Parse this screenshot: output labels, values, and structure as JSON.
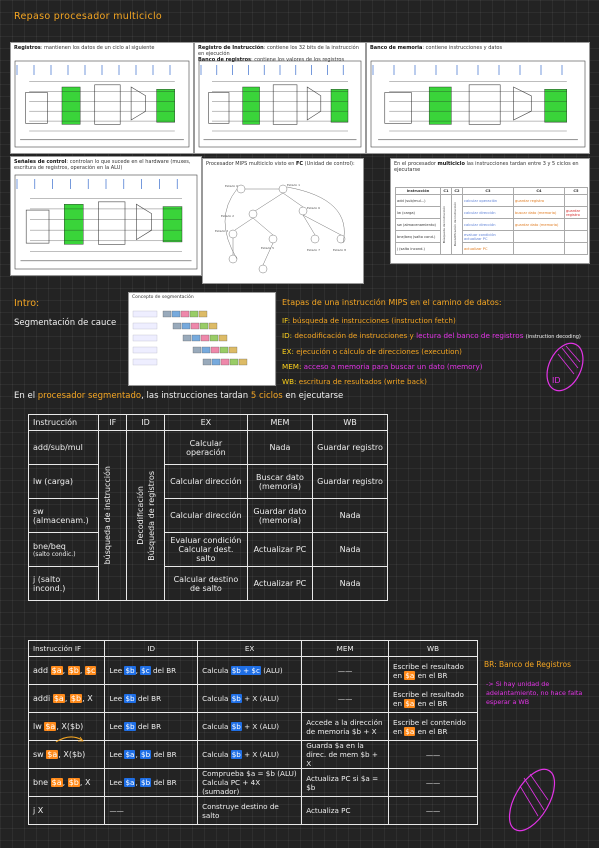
{
  "page": {
    "title": "Repaso procesador multiciclo",
    "accent_orange": "#f5a623",
    "accent_blue": "#3b8bff",
    "accent_red": "#e8283a",
    "accent_magenta": "#e233e6",
    "accent_yellow": "#ffd21c"
  },
  "cards": {
    "registros": {
      "bold": "Registros",
      "text": ": mantienen los datos de un ciclo al siguiente"
    },
    "instruccion": {
      "bold": "Registro de Instrucción",
      "text": ": contiene los 32 bits de la instrucción en ejecución",
      "bold2": "Banco de registros",
      "text2": ": contiene los valores de los registros"
    },
    "memoria": {
      "bold": "Banco de memoria",
      "text": ": contiene instrucciones y datos"
    },
    "control": {
      "bold": "Señales de control",
      "text": ": controlan lo que sucede en el hardware (muxes, escritura de registros, operación en la ALU)"
    },
    "fc": {
      "text": "Procesador MIPS multiciclo visto en ",
      "bold": "FC",
      "text2": " (Unidad de control):"
    },
    "ciclos": {
      "text": "En el procesador ",
      "bold": "multiciclo",
      "text2": " las instrucciones tardan entre 3 y 5 ciclos en ejecutarse",
      "header": [
        "Instrucción",
        "C1",
        "C2",
        "C3",
        "C4",
        "C5"
      ],
      "rows": [
        [
          "add (sub/mul...)",
          "calcular operación",
          "guardar registro"
        ],
        [
          "lw (carga)",
          "calcular dirección",
          "buscar dato (memoria)",
          "guardar registro"
        ],
        [
          "sw (almacenamiento)",
          "calcular dirección",
          "guardar dato (memoria)"
        ],
        [
          "bne/beq (salto cond.)",
          "evaluar condición actualizar PC"
        ],
        [
          "j (salto incond.)",
          "actualizar PC"
        ]
      ],
      "vert1": "Búsqueda de instrucción",
      "vert2": "Decodificación de instrucción"
    },
    "segmentacion": {
      "title": "Concepto de segmentación"
    }
  },
  "intro": {
    "label": "Intro:",
    "subtitle": "Segmentación de cauce"
  },
  "etapas": {
    "title": "Etapas de una instrucción MIPS en el camino de datos:",
    "lines": [
      {
        "key": "IF:",
        "text": "búsqueda de instrucciones (instruction fetch)"
      },
      {
        "key": "ID:",
        "text": "decodificación de instrucciones y ",
        "text_hl": "lectura del banco de registros",
        "note": "(instruction decoding)"
      },
      {
        "key": "EX:",
        "text": "ejecución o cálculo de direcciones (execution)"
      },
      {
        "key": "MEM:",
        "text": "acceso a memoria para buscar un dato (memory)"
      },
      {
        "key": "WB:",
        "text": "escritura de resultados (write back)"
      }
    ],
    "stamp": "ID"
  },
  "segmentado": {
    "sentence_a": "En el ",
    "sentence_b": "procesador segmentado",
    "sentence_c": ", las instrucciones tardan ",
    "sentence_d": "5 ciclos",
    "sentence_e": " en ejecutarse"
  },
  "table1": {
    "header": [
      "Instrucción",
      "IF",
      "ID",
      "EX",
      "MEM",
      "WB"
    ],
    "vert_if": "búsqueda de instrucción",
    "vert_id1": "Decodificación",
    "vert_id2": "Búsqueda de registros",
    "rows": [
      {
        "instr": "add/sub/mul",
        "ex": "Calcular operación",
        "mem": "Nada",
        "wb": "Guardar registro"
      },
      {
        "instr": "lw (carga)",
        "ex": "Calcular dirección",
        "mem": "Buscar dato (memoria)",
        "wb": "Guardar registro"
      },
      {
        "instr": "sw (almacenam.)",
        "ex": "Calcular dirección",
        "mem": "Guardar dato (memoria)",
        "wb": "Nada"
      },
      {
        "instr": "bne/beq",
        "instr2": "(salto condic.)",
        "ex": "Evaluar condición",
        "ex2": "Calcular dest. salto",
        "mem": "Actualizar PC",
        "wb": "Nada"
      },
      {
        "instr": "j (salto incond.)",
        "ex": "Calcular destino de salto",
        "mem": "Actualizar PC",
        "wb": "Nada"
      }
    ]
  },
  "table2": {
    "header": [
      "Instrucción",
      "IF",
      "ID",
      "EX",
      "MEM",
      "WB"
    ],
    "rows": [
      {
        "instr": "add",
        "args": [
          "$a",
          "$b",
          "$c"
        ],
        "id_a": "Lee ",
        "id_regs": [
          "$b",
          "$c"
        ],
        "id_b": " del BR",
        "ex_a": "Calcula ",
        "ex_regs": "$b + $c",
        "ex_b": " (ALU)",
        "mem": "——",
        "wb_a": "Escribe el resultado en ",
        "wb_reg": "$a",
        "wb_b": " en el BR"
      },
      {
        "instr": "addi",
        "args": [
          "$a",
          "$b",
          "X"
        ],
        "id_a": "Lee ",
        "id_regs": [
          "$b"
        ],
        "id_b": " del BR",
        "ex_a": "Calcula ",
        "ex_regs": "$b",
        "ex_b": " + X (ALU)",
        "mem": "——",
        "wb_a": "Escribe el resultado en ",
        "wb_reg": "$a",
        "wb_b": " en el BR"
      },
      {
        "instr": "lw",
        "args": [
          "$a",
          "X($b)"
        ],
        "id_a": "Lee ",
        "id_regs": [
          "$b"
        ],
        "id_b": " del BR",
        "ex_a": "Calcula ",
        "ex_regs": "$b",
        "ex_b": " + X (ALU)",
        "mem": "Accede a la dirección de memoria $b + X",
        "wb_a": "Escribe el contenido en ",
        "wb_reg": "$a",
        "wb_b": " en el BR"
      },
      {
        "instr": "sw",
        "args": [
          "$a",
          "X($b)"
        ],
        "id_a": "Lee ",
        "id_regs": [
          "$a",
          "$b"
        ],
        "id_b": " del BR",
        "ex_a": "Calcula ",
        "ex_regs": "$b",
        "ex_b": " + X (ALU)",
        "mem": "Guarda $a en la direc. de mem $b + X",
        "wb_a": "——",
        "wb_reg": "",
        "wb_b": ""
      },
      {
        "instr": "bne",
        "args": [
          "$a",
          "$b",
          "X"
        ],
        "id_a": "Lee ",
        "id_regs": [
          "$a",
          "$b"
        ],
        "id_b": " del BR",
        "ex_a": "Comprueba $a = $b (ALU) Calcula PC + 4X (sumador)",
        "ex_regs": "",
        "ex_b": "",
        "mem": "Actualiza PC si $a = $b",
        "wb_a": "——",
        "wb_reg": "",
        "wb_b": ""
      },
      {
        "instr": "j",
        "args": [
          "X"
        ],
        "id_a": "——",
        "id_regs": [],
        "id_b": "",
        "ex_a": "Construye destino de salto",
        "ex_regs": "",
        "ex_b": "",
        "mem": "Actualiza PC",
        "wb_a": "——",
        "wb_reg": "",
        "wb_b": ""
      }
    ]
  },
  "notes": {
    "br": "BR: Banco de Registros",
    "tip": "-> Si hay unidad de adelantamiento, no hace falta esperar a WB"
  }
}
